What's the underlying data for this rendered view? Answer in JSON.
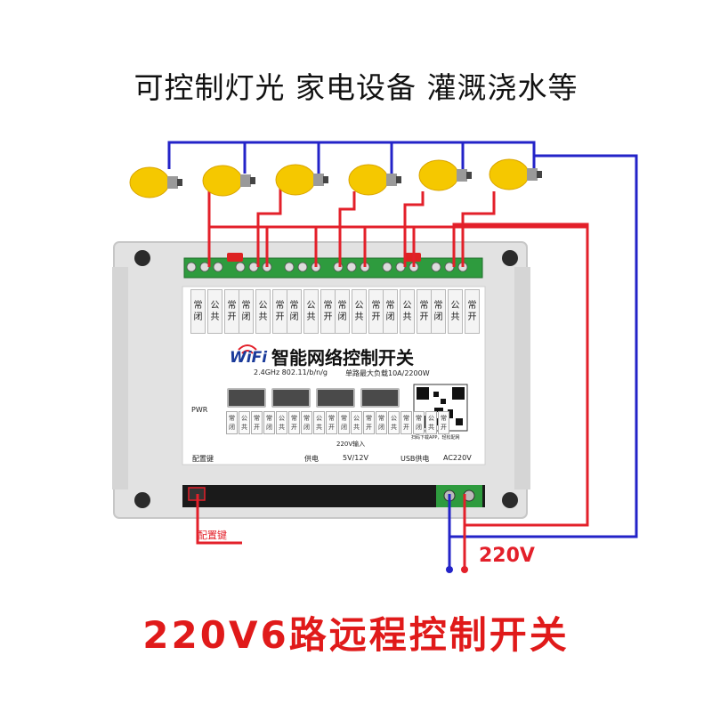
{
  "top_caption": "可控制灯光 家电设备   灌溉浇水等",
  "bottom_title": "220V6路远程控制开关",
  "voltage_label": "220V",
  "config_button_label": "配置键",
  "board": {
    "brand": "WiFi",
    "title": "智能网络控制开关",
    "spec_left": "2.4GHz  802.11/b/n/g",
    "spec_right": "单路最大负载10A/2200W",
    "pwr_label": "PWR",
    "input_label": "220V输入",
    "bottom_labels": {
      "config": "配置键",
      "power": "供电",
      "dc": "5V/12V",
      "usb": "USB供电",
      "ac": "AC220V"
    },
    "qr_caption": "扫码下载APP，轻松配网",
    "terminal_chars": [
      [
        "常",
        "闭"
      ],
      [
        "公",
        "共"
      ],
      [
        "常",
        "开"
      ]
    ],
    "channel_count": 6
  },
  "colors": {
    "blue_wire": "#2323c8",
    "red_wire": "#e3202a",
    "title_red": "#e01a1a",
    "enclosure": "#e6e6e6",
    "terminal_green": "#2e9b3e",
    "bulb_yellow": "#f5c800"
  }
}
